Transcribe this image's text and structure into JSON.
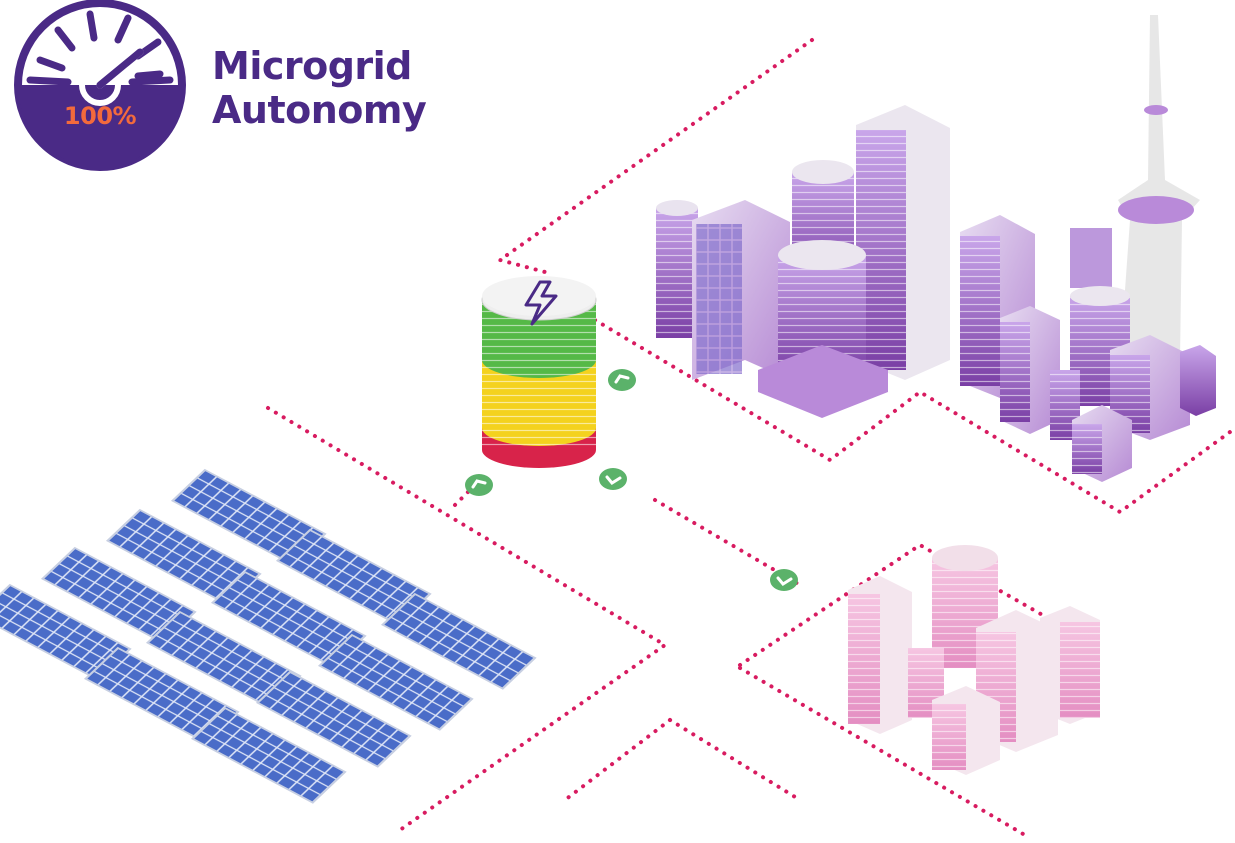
{
  "logo": {
    "title_line1": "Microgrid",
    "title_line2": "Autonomy",
    "badge": "100%",
    "icon": "speedometer-icon"
  },
  "colors": {
    "brand_purple": "#4a2a86",
    "badge_orange": "#f36a3c",
    "dotted_line": "#d81b60",
    "flow_arrow": "#5bb26a",
    "battery_green": "#55b947",
    "battery_yellow": "#f4d21e",
    "battery_red": "#d8234a",
    "solar_blue": "#3f5fb8",
    "city_violet": "#a76fd0",
    "town_pink": "#f0a9d2"
  },
  "icons": {
    "battery_top": "lightning-bolt-icon",
    "flow": "chevron-arrow-icon"
  }
}
